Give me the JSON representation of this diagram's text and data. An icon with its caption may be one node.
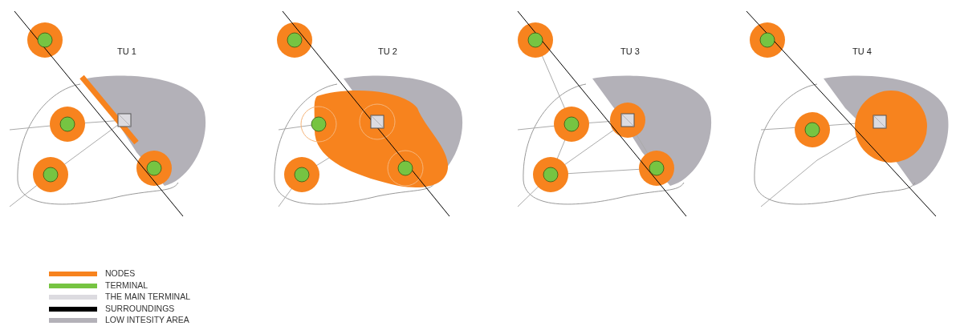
{
  "diagram": {
    "labels": [
      "TU 1",
      "TU 2",
      "TU 3",
      "TU 4"
    ],
    "legend": [
      {
        "text": "NODES",
        "color": "#f7831e"
      },
      {
        "text": "TERMINAL",
        "color": "#76c442"
      },
      {
        "text": "THE MAIN TERMINAL",
        "color": "#dcdbe0"
      },
      {
        "text": "SURROUNDINGS",
        "color": "#000000"
      },
      {
        "text": "LOW INTESITY AREA",
        "color": "#b3b1b8"
      }
    ]
  }
}
